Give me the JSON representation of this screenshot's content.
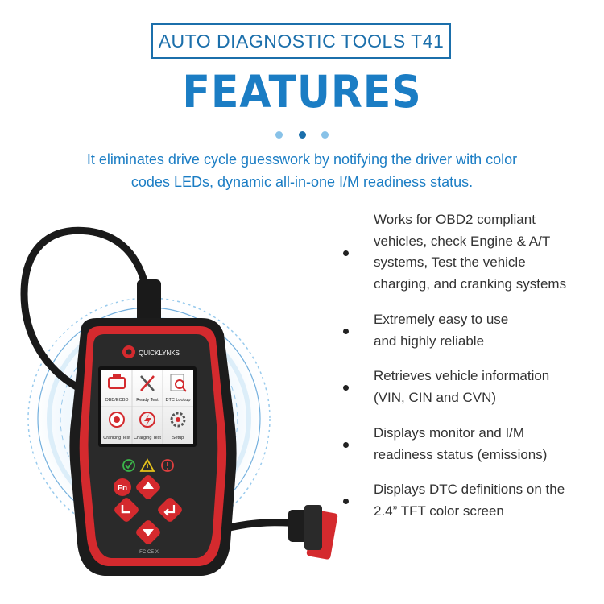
{
  "header": {
    "product_title": "AUTO DIAGNOSTIC TOOLS T41",
    "heading": "FEATURES",
    "subtitle_line1": "It eliminates drive cycle guesswork by notifying the driver with color",
    "subtitle_line2": "codes LEDs, dynamic all-in-one I/M readiness status."
  },
  "colors": {
    "accent": "#1b7dc4",
    "device_red": "#d42a2e",
    "device_black": "#1c1c1c"
  },
  "features": [
    {
      "lines": [
        "Works for OBD2 compliant",
        "vehicles, check Engine & A/T",
        "systems, Test the vehicle",
        "charging, and cranking systems"
      ]
    },
    {
      "lines": [
        "Extremely easy to use",
        "and highly reliable"
      ]
    },
    {
      "lines": [
        "Retrieves vehicle information",
        "(VIN, CIN and CVN)"
      ]
    },
    {
      "lines": [
        "Displays monitor and I/M",
        "readiness status (emissions)"
      ]
    },
    {
      "lines": [
        "Displays DTC definitions on the",
        "2.4”   TFT color screen"
      ]
    }
  ],
  "device": {
    "brand": "QUICKLYNKS",
    "menu": [
      {
        "label": "OBD/EOBD",
        "icon": "engine-icon"
      },
      {
        "label": "Ready Test",
        "icon": "tools-icon"
      },
      {
        "label": "DTC Lookup",
        "icon": "magnifier-icon"
      },
      {
        "label": "Cranking Test",
        "icon": "start-button-icon"
      },
      {
        "label": "Charging Test",
        "icon": "lightning-icon"
      },
      {
        "label": "Setup",
        "icon": "gear-icon"
      }
    ],
    "fn_label": "Fn",
    "cert_marks": "FC  CE  X"
  }
}
